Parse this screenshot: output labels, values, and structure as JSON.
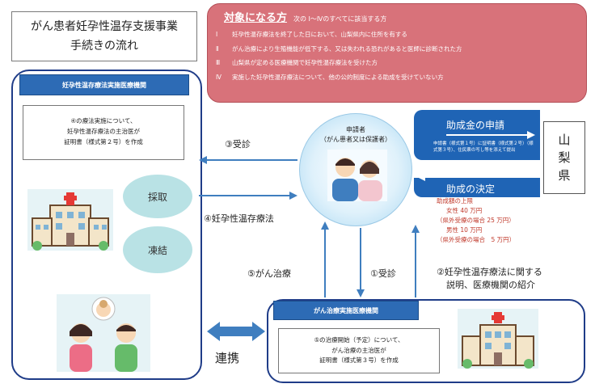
{
  "title": {
    "line1": "がん患者妊孕性温存支援事業",
    "line2": "手続きの流れ"
  },
  "conditions": {
    "heading": "対象になる方",
    "subheading": "次の Ⅰ～Ⅳのすべてに該当する方",
    "items": [
      {
        "num": "Ⅰ",
        "text": "妊孕性温存療法を終了した日において、山梨県内に住所を有する"
      },
      {
        "num": "Ⅱ",
        "text": "がん治療により生殖機能が低下する、又は失われる恐れがあると医師に診断された方"
      },
      {
        "num": "Ⅲ",
        "text": "山梨県が定める医療機関で妊孕性温存療法を受けた方"
      },
      {
        "num": "Ⅳ",
        "text": "実施した妊孕性温存療法について、他の公的制度による助成を受けていない方"
      }
    ]
  },
  "fertility_institution": {
    "banner": "妊孕性温存療法実施医療機関",
    "note": [
      "④の療法実施について、",
      "妊孕性温存療法の主治医が",
      "証明書（様式第２号）を作成"
    ],
    "ovals": [
      "採取",
      "凍結"
    ]
  },
  "applicant": {
    "label": "申請者",
    "sublabel": "（がん患者又は保護者）"
  },
  "application": {
    "heading": "助成金の申請",
    "detail": "申請書（様式第１号）に証明書（様式第２号）（様式第３号）、住民票の写し等を添えて提出"
  },
  "decision": {
    "heading": "助成の決定"
  },
  "prefecture": {
    "chars": [
      "山",
      "梨",
      "県"
    ]
  },
  "grant": {
    "lines": [
      "助成額の上限",
      "女性 40 万円",
      "（県外受療の場合 25 万円）",
      "男性 10 万円",
      "（県外受療の場合　5 万円）"
    ]
  },
  "flows": {
    "consult3": "③受診",
    "therapy4": "④妊孕性温存療法",
    "cancer5": "⑤がん治療",
    "consult1": "①受診",
    "intro2_line1": "②妊孕性温存療法に関する",
    "intro2_line2": "説明、医療機関の紹介",
    "cooperation": "連携"
  },
  "cancer_institution": {
    "banner": "がん治療実施医療機関",
    "note": [
      "⑤の治療開始（予定）について、",
      "がん治療の主治医が",
      "証明書（様式第３号）を作成"
    ]
  },
  "colors": {
    "accent": "#1f64b5",
    "condition_bg": "#d8727a",
    "oval": "#b9e2e5",
    "grant_text": "#c0392b"
  }
}
